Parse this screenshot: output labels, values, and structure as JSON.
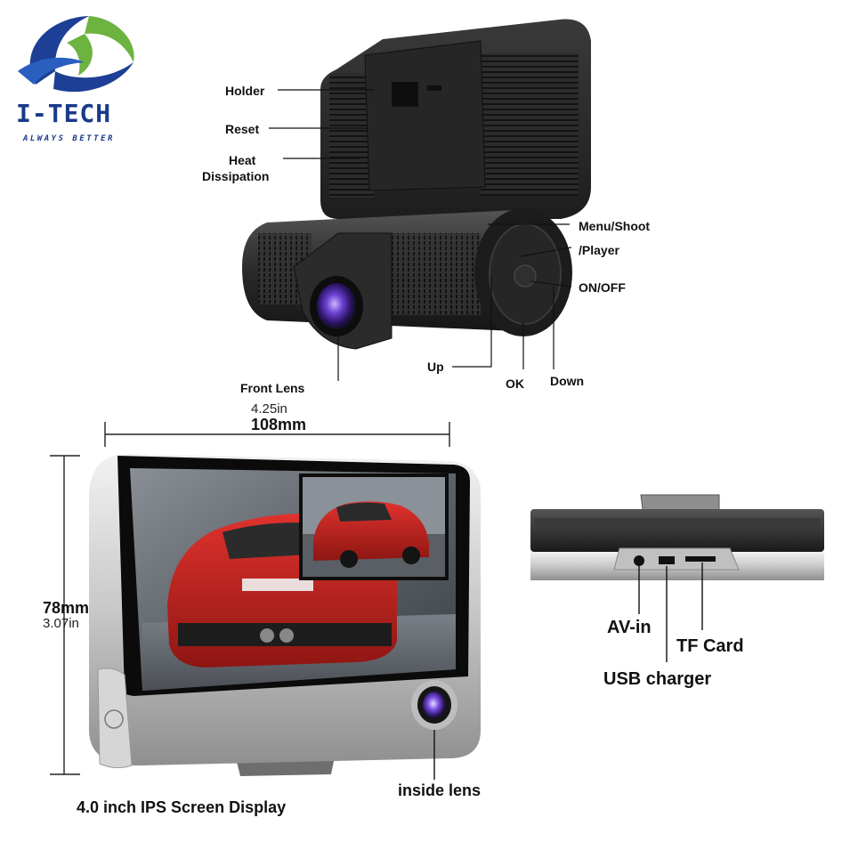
{
  "logo": {
    "brand": "I-TECH",
    "tagline": "ALWAYS BETTER",
    "colors": {
      "blue": "#1d3f95",
      "green": "#6cb33f",
      "navy": "#1a3a8a"
    }
  },
  "top_view": {
    "labels": {
      "holder": "Holder",
      "reset": "Reset",
      "heat_1": "Heat",
      "heat_2": "Dissipation",
      "menu_1": "Menu/Shoot",
      "menu_2": "/Player",
      "on_off": "ON/OFF",
      "up": "Up",
      "ok": "OK",
      "down": "Down",
      "front_lens": "Front Lens"
    }
  },
  "front_view": {
    "width_in": "4.25in",
    "width_mm": "108mm",
    "height_mm": "78mm",
    "height_in": "3.07in",
    "screen_caption": "4.0 inch IPS Screen Display",
    "inside_lens": "inside lens"
  },
  "bottom_view": {
    "labels": {
      "av_in": "AV-in",
      "tf_card": "TF Card",
      "usb": "USB charger"
    }
  }
}
